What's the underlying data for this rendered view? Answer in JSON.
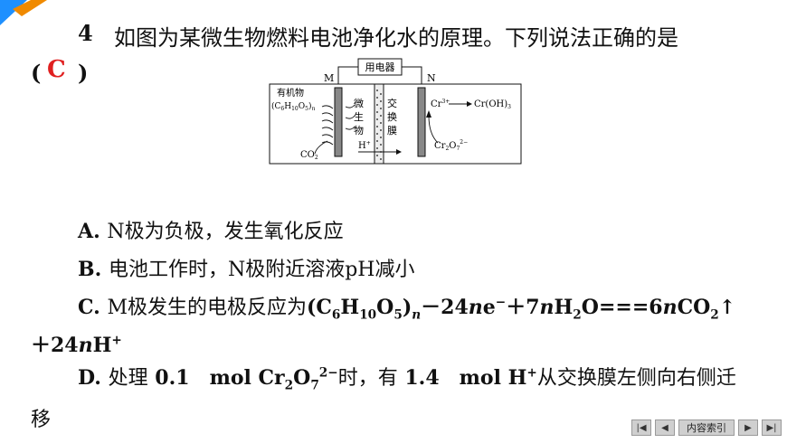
{
  "question": {
    "number": "4",
    "stem": "如图为某微生物燃料电池净化水的原理。下列说法正确的是",
    "answer_open": "(",
    "answer": "C",
    "answer_close": ")"
  },
  "diagram": {
    "device_label": "用电器",
    "electrode_m": "M",
    "electrode_n": "N",
    "organic_label": "有机物",
    "organic_formula": "(C6H10O5)n",
    "microbe_label": [
      "微",
      "生",
      "物"
    ],
    "membrane_label": [
      "交",
      "换",
      "膜"
    ],
    "co2_label": "CO2",
    "h_label": "H+",
    "cr3_label": "Cr3+",
    "croh_label": "Cr(OH)3",
    "cr2o7_label": "Cr2O72−"
  },
  "options": {
    "a": {
      "letter": "A.",
      "text": "N极为负极，发生氧化反应"
    },
    "b": {
      "letter": "B.",
      "text": "电池工作时，N极附近溶液pH减小"
    },
    "c_line1": "C. M极发生的电极反应为(C6H10O5)n－24ne−＋7nH2O===6nCO2↑",
    "c_line2": "＋24nH+",
    "d_line1": "D. 处理 0.1  mol Cr2O72−时，有 1.4  mol H+从交换膜左侧向右侧迁",
    "d_line2": "移"
  },
  "nav": {
    "first": "|◀",
    "prev": "◀",
    "index": "内容索引",
    "next": "▶",
    "last": "▶|"
  },
  "colors": {
    "answer": "#e02020",
    "accent": "#1e90ff",
    "corner": "#f08a00"
  }
}
